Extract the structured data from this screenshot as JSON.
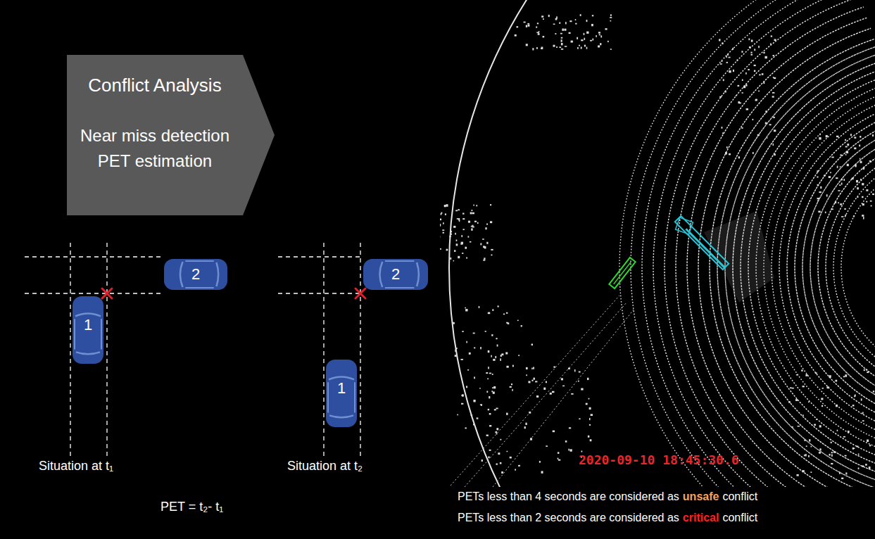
{
  "diagram": {
    "nodes": [
      {
        "text": [
          "Conflict Analysis",
          "Near miss detection PET estimation"
        ]
      },
      {
        "text": [
          "1"
        ]
      },
      {
        "text": [
          "2"
        ]
      },
      {
        "text": [
          "2"
        ]
      },
      {
        "text": [
          "1"
        ]
      }
    ],
    "labels": [
      "Situation at t₁",
      "Situation at t₂",
      "PET = t₂- t₁",
      "2020-09-10 18:45:30.6",
      "PETs less than 4 seconds are considered as",
      "unsafe",
      "conflict",
      "PETs less than 2 seconds are considered as",
      "critical",
      "conflict"
    ]
  }
}
